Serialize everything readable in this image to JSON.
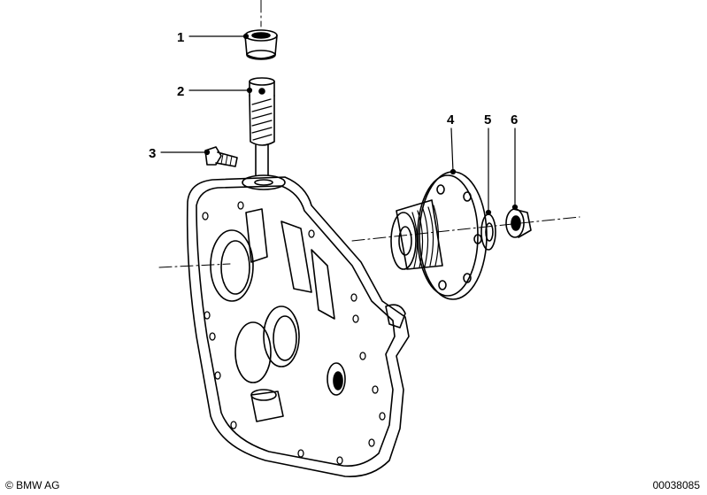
{
  "callouts": [
    {
      "id": "1",
      "label": "1"
    },
    {
      "id": "2",
      "label": "2"
    },
    {
      "id": "3",
      "label": "3"
    },
    {
      "id": "4",
      "label": "4"
    },
    {
      "id": "5",
      "label": "5"
    },
    {
      "id": "6",
      "label": "6"
    }
  ],
  "footer": {
    "copyright": "© BMW AG",
    "document_number": "00038085"
  },
  "colors": {
    "line": "#000000",
    "background": "#ffffff"
  }
}
